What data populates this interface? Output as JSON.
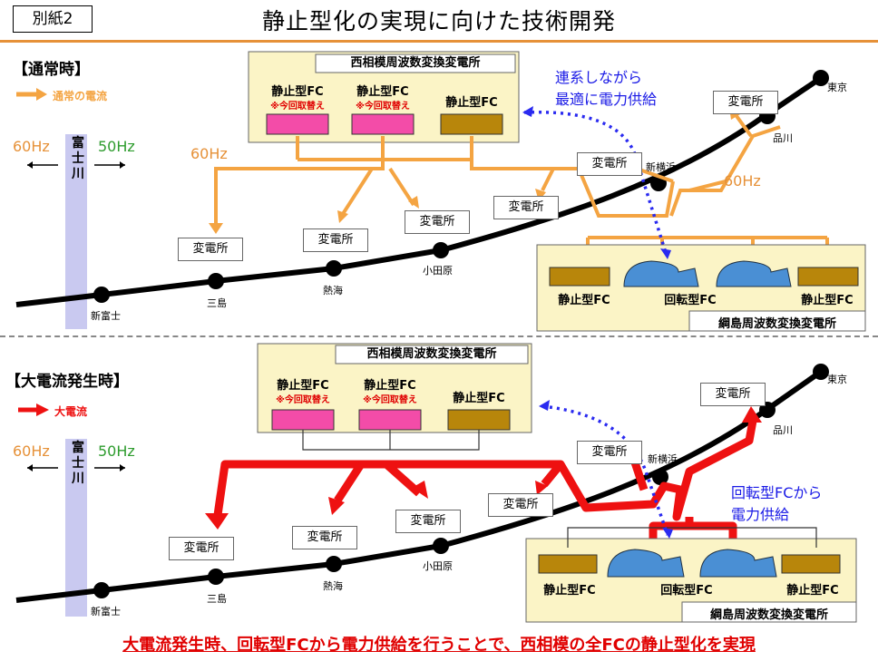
{
  "header": {
    "tag": "別紙2",
    "title": "静止型化の実現に向けた技術開発"
  },
  "colors": {
    "normal_flow": "#f4a442",
    "large_flow": "#ee1111",
    "info_arrow": "#2a2af0",
    "panel_bg": "#fbf4c6",
    "hz60": "#e69138",
    "hz50": "#2e9c2e"
  },
  "top": {
    "section_label": "【通常時】",
    "legend": "通常の電流",
    "hz60": "60Hz",
    "hz50": "50Hz",
    "river": "富士川",
    "west_substation": {
      "name": "西相模周波数変換変電所",
      "fcs": [
        {
          "label": "静止型FC",
          "note": "※今回取替え"
        },
        {
          "label": "静止型FC",
          "note": "※今回取替え"
        },
        {
          "label": "静止型FC",
          "note": ""
        }
      ]
    },
    "flow_label_left": "60Hz",
    "flow_label_right": "60Hz",
    "callout": [
      "連系しながら",
      "最適に電力供給"
    ],
    "substation_label": "変電所",
    "stations": [
      "新富士",
      "三島",
      "熱海",
      "小田原",
      "新横浜",
      "品川",
      "東京"
    ],
    "east_substation": {
      "name": "綱島周波数変換変電所",
      "fcs": [
        "静止型FC",
        "回転型FC",
        "静止型FC"
      ]
    }
  },
  "bottom": {
    "section_label": "【大電流発生時】",
    "legend": "大電流",
    "hz60": "60Hz",
    "hz50": "50Hz",
    "river": "富士川",
    "west_substation": {
      "name": "西相模周波数変換変電所",
      "fcs": [
        {
          "label": "静止型FC",
          "note": "※今回取替え"
        },
        {
          "label": "静止型FC",
          "note": "※今回取替え"
        },
        {
          "label": "静止型FC",
          "note": ""
        }
      ]
    },
    "callout": [
      "回転型FCから",
      "電力供給"
    ],
    "substation_label": "変電所",
    "stations": [
      "新富士",
      "三島",
      "熱海",
      "小田原",
      "新横浜",
      "品川",
      "東京"
    ],
    "east_substation": {
      "name": "綱島周波数変換変電所",
      "fcs": [
        "静止型FC",
        "回転型FC",
        "静止型FC"
      ]
    }
  },
  "footer": "大電流発生時、回転型FCから電力供給を行うことで、西相模の全FCの静止型化を実現"
}
